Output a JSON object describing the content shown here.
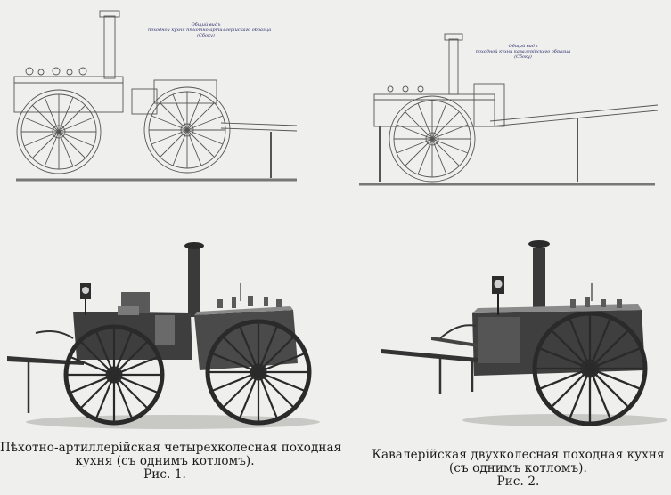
{
  "sketches": {
    "left": {
      "label_line1": "Общий видъ",
      "label_line2": "походной кухни пѣхотно-артиллерійскаго образца",
      "label_line3": "(Сбоку)"
    },
    "right": {
      "label_line1": "Общий видъ",
      "label_line2": "походной кухни кавалерійскаго образца",
      "label_line3": "(Сбоку)"
    }
  },
  "captions": {
    "fig1": {
      "line1": "Пѣхотно-артиллерійская четырехколесная походная",
      "line2": "кухня (съ однимъ котломъ).",
      "line3": "Рис. 1."
    },
    "fig2": {
      "line1": "Кавалерійская двухколесная походная кухня",
      "line2": "(съ однимъ котломъ).",
      "line3": "Рис. 2."
    }
  },
  "colors": {
    "paper": "#efefed",
    "ink": "#1c1c1c",
    "sketch_ink": "#4a4a4a",
    "label_ink": "#2a2a6a"
  }
}
